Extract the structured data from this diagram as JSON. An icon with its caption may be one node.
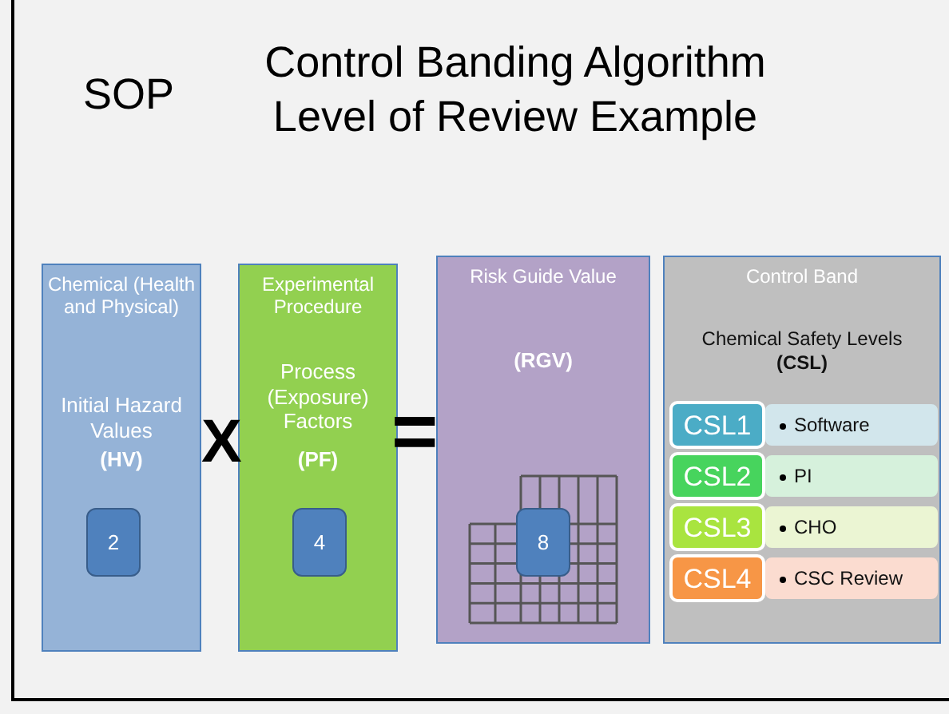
{
  "diagram": {
    "title": "Control Banding Algorithm Level of Review Example",
    "nodes": [
      {
        "text": [
          "Chemical (Health and Physical)",
          "Initial Hazard Values",
          "(HV)"
        ]
      },
      {
        "text": [
          "2"
        ],
        "in": 0
      },
      {
        "text": [
          "Experimental Procedure",
          "Process (Exposure) Factors",
          "(PF)"
        ]
      },
      {
        "text": [
          "4"
        ],
        "in": 2
      },
      {
        "text": [
          "Risk Guide Value",
          "(RGV)"
        ]
      },
      {
        "text": [
          "8"
        ],
        "in": 4
      },
      {
        "text": [
          "Control Band",
          "Chemical Safety Levels",
          "(CSL)"
        ]
      },
      {
        "text": [
          "CSL1"
        ],
        "in": 6
      },
      {
        "text": [
          "Software"
        ],
        "in": 6
      },
      {
        "text": [
          "CSL2"
        ],
        "in": 6
      },
      {
        "text": [
          "PI"
        ],
        "in": 6
      },
      {
        "text": [
          "CSL3"
        ],
        "in": 6
      },
      {
        "text": [
          "CHO"
        ],
        "in": 6
      },
      {
        "text": [
          "CSL4"
        ],
        "in": 6
      },
      {
        "text": [
          "CSC Review"
        ],
        "in": 6
      }
    ],
    "edges": [],
    "labels": [
      "SOP",
      "X",
      "="
    ]
  }
}
